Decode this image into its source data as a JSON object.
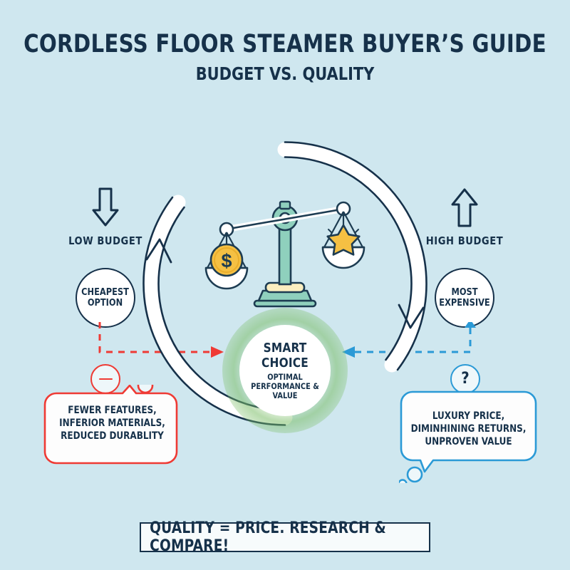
{
  "header": {
    "title": "CORDLESS FLOOR STEAMER BUYER’S GUIDE",
    "subtitle": "BUDGET VS. QUALITY"
  },
  "left_side": {
    "arrow_icon": "arrow-down-icon",
    "budget_label": "LOW BUDGET",
    "option_label_line1": "CHEAPEST",
    "option_label_line2": "OPTION",
    "badge_icon": "minus-circle-icon",
    "callout_line1": "FEWER FEATURES,",
    "callout_line2": "INFERIOR MATERIALS,",
    "callout_line3": "REDUCED DURABLITY",
    "accent_color": "#ef3a34"
  },
  "right_side": {
    "arrow_icon": "arrow-up-icon",
    "budget_label": "HIGH BUDGET",
    "option_label_line1": "MOST",
    "option_label_line2": "EXPENSIVE",
    "badge_icon": "question-circle-icon",
    "badge_symbol": "?",
    "callout_line1": "LUXURY PRICE,",
    "callout_line2": "DIMINHINING RETURNS,",
    "callout_line3": "UNPROVEN VALUE",
    "accent_color": "#2b9ad6"
  },
  "center": {
    "ring_icon": "circular-arrows-icon",
    "scale_icon": "balance-scale-icon",
    "scale_left_item_icon": "dollar-coin-icon",
    "scale_right_item_icon": "star-icon",
    "smart_title": "SMART CHOICE",
    "smart_sub_line1": "OPTIMAL",
    "smart_sub_line2": "PERFORMANCE & VALUE",
    "glow_color": "#7cbe68"
  },
  "banner": {
    "text": "QUALITY = PRICE. RESEARCH & COMPARE!"
  },
  "theme": {
    "background": "#cfe7ef",
    "navy": "#16314a",
    "mint": "#8fd0bd",
    "amber": "#f5c043",
    "cream": "#fbeec0",
    "white": "#ffffff"
  }
}
